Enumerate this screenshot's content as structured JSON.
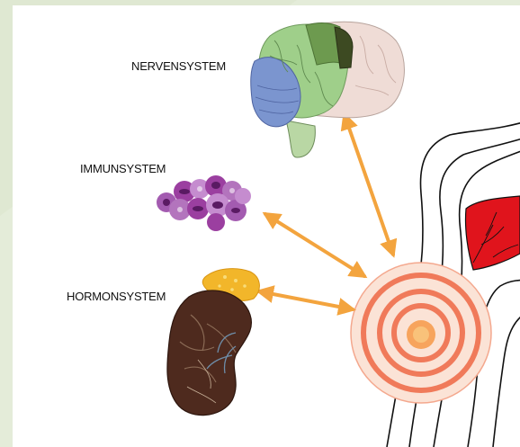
{
  "labels": {
    "nervous_system": "NERVENSYSTEM",
    "immune_system": "IMMUNSYSTEM",
    "hormone_system": "HORMONSYSTEM"
  },
  "colors": {
    "background_green": "#e4ecd9",
    "arrow_orange": "#f3a43e",
    "pain_rings": "#f07a5a",
    "pulp_red": "#e0141c",
    "brain_green": "#9fcf8a",
    "brain_blue": "#7b95cf",
    "brain_pink": "#efdcd6",
    "cell_purple": "#9b3fa0",
    "kidney_brown": "#4e2a1e",
    "adrenal_yellow": "#f2b62a"
  },
  "icons": [
    "brain-illustration",
    "immune-cells-illustration",
    "kidney-adrenal-illustration",
    "tooth-outline",
    "pain-focus-rings"
  ]
}
